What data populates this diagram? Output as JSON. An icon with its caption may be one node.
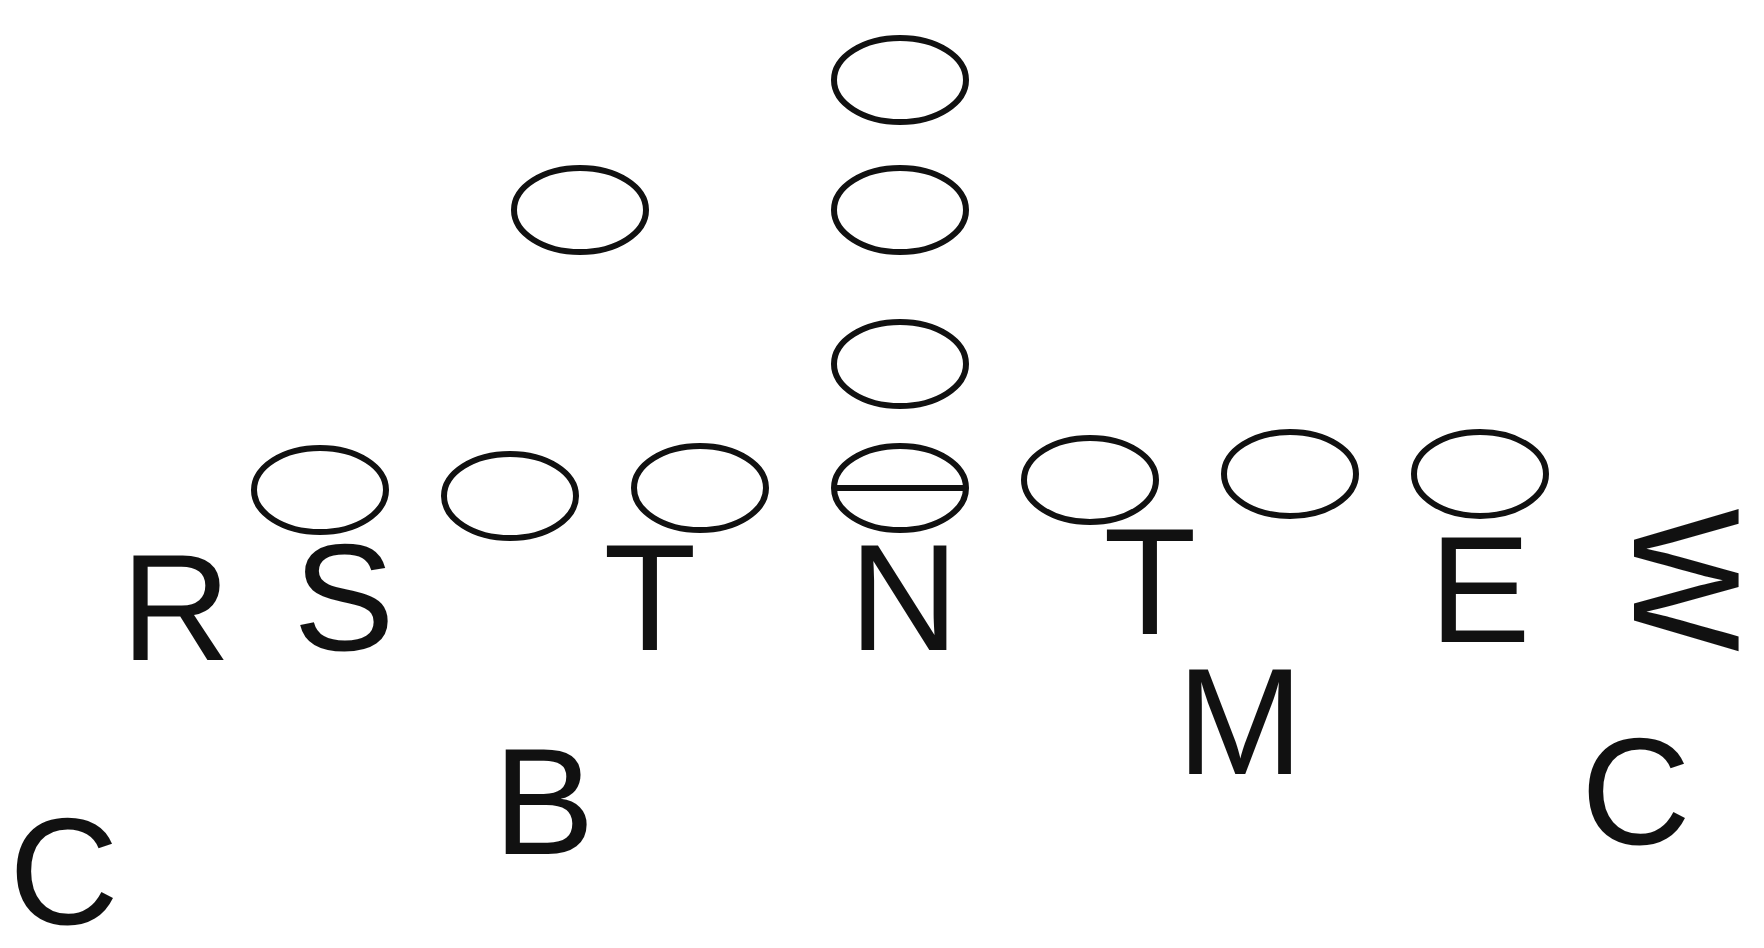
{
  "diagram": {
    "nodes": [
      {
        "text": [],
        "shape": "ellipse"
      },
      {
        "text": [],
        "shape": "ellipse"
      },
      {
        "text": [],
        "shape": "ellipse"
      },
      {
        "text": [],
        "shape": "ellipse"
      },
      {
        "text": [],
        "shape": "ellipse"
      },
      {
        "text": [],
        "shape": "ellipse"
      },
      {
        "text": [],
        "shape": "ellipse"
      },
      {
        "text": [],
        "shape": "ellipse"
      },
      {
        "text": [],
        "shape": "ellipse"
      },
      {
        "text": [],
        "shape": "ellipse"
      },
      {
        "text": [],
        "shape": "ellipse"
      }
    ],
    "labels": [
      "R",
      "S",
      "T",
      "N",
      "T",
      "E",
      "W",
      "M",
      "B",
      "C",
      "C"
    ]
  }
}
